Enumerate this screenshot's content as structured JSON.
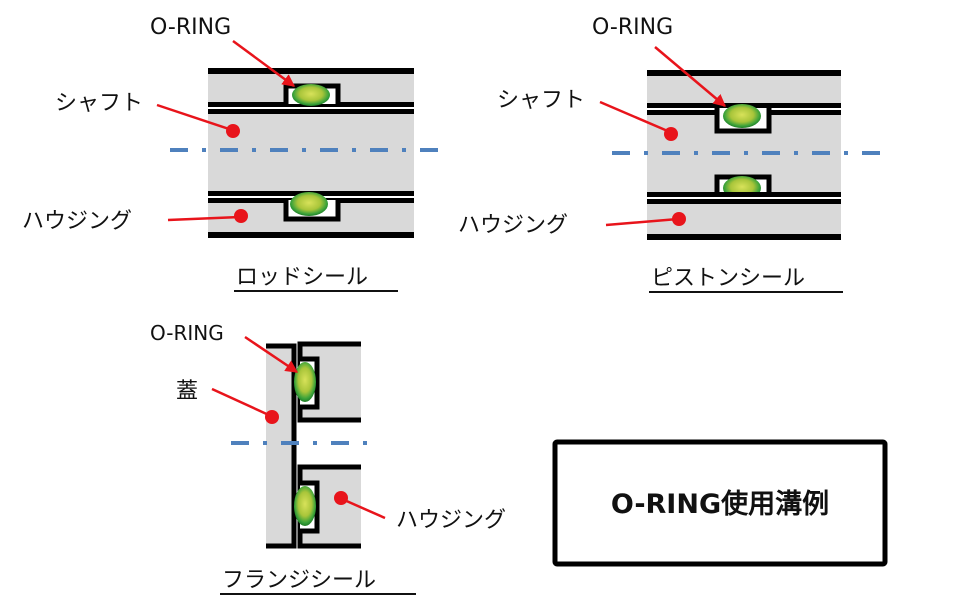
{
  "diagram": {
    "title": "O-RING使用溝例",
    "colors": {
      "body_fill": "#d9d9d9",
      "line": "#000000",
      "arrow": "#e8141b",
      "centerline": "#4f81bd",
      "oring_outer": "#2f9a2f",
      "oring_inner": "#b8cf3a"
    },
    "panels": [
      {
        "id": "rod-seal",
        "caption": "ロッドシール",
        "labels": {
          "oring": "O-RING",
          "shaft": "シャフト",
          "housing": "ハウジング"
        }
      },
      {
        "id": "piston-seal",
        "caption": "ピストンシール",
        "labels": {
          "oring": "O-RING",
          "shaft": "シャフト",
          "housing": "ハウジング"
        }
      },
      {
        "id": "flange-seal",
        "caption": "フランジシール",
        "labels": {
          "oring": "O-RING",
          "lid": "蓋",
          "housing": "ハウジング"
        }
      }
    ]
  }
}
